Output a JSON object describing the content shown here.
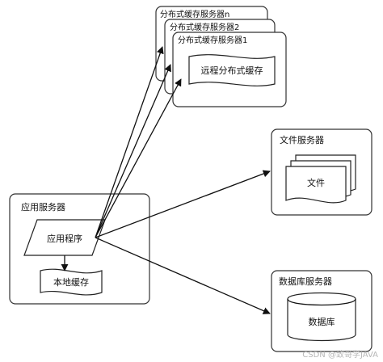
{
  "cache_servers": {
    "labels": [
      "分布式缓存服务器n",
      "分布式缓存服务器2",
      "分布式缓存服务器1"
    ],
    "remote_cache": "远程分布式缓存"
  },
  "file_server": {
    "title": "文件服务器",
    "file": "文件"
  },
  "app_server": {
    "title": "应用服务器",
    "program": "应用程序",
    "local_cache": "本地缓存"
  },
  "db_server": {
    "title": "数据库服务器",
    "database": "数据库"
  },
  "watermark": "CSDN @致哥学JAVA"
}
